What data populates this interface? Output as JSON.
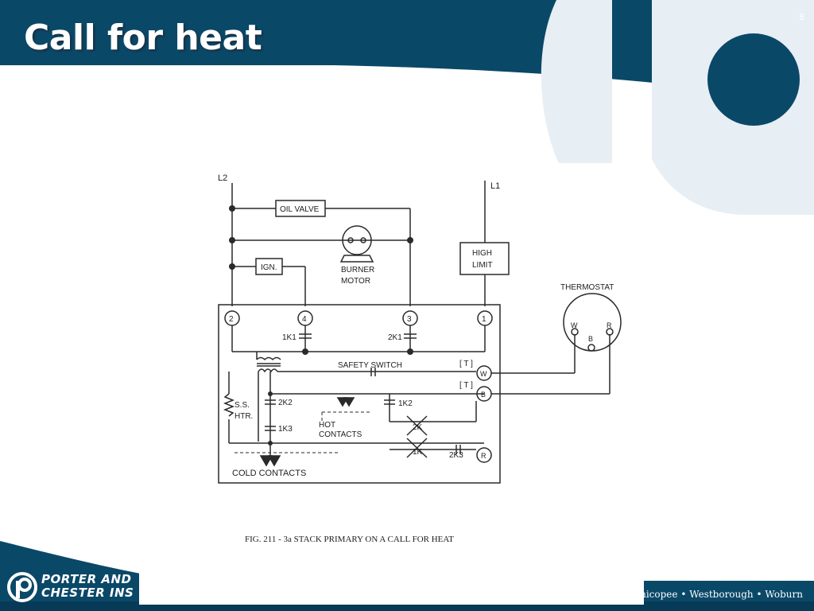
{
  "slide": {
    "title": "Call for heat",
    "page_number": "8"
  },
  "footer": {
    "brand_line1": "PORTER AND",
    "brand_line2": "CHESTER INS",
    "locations": "ton • Chicopee • Westborough • Woburn"
  },
  "diagram": {
    "caption": "FIG. 211 - 3a  STACK PRIMARY ON A  CALL  FOR HEAT",
    "labels": {
      "l2": "L2",
      "l1": "L1",
      "oil_valve": "OIL VALVE",
      "ign": "IGN.",
      "burner_motor_1": "BURNER",
      "burner_motor_2": "MOTOR",
      "high_limit_1": "HIGH",
      "high_limit_2": "LIMIT",
      "thermostat": "THERMOSTAT",
      "therm_w": "W",
      "therm_r": "R",
      "therm_b": "B",
      "terminal_2": "2",
      "terminal_4": "4",
      "terminal_3": "3",
      "terminal_1": "1",
      "contact_1k1": "1K1",
      "contact_2k1": "2K1",
      "safety_switch": "SAFETY SWITCH",
      "t_upper": "[ T ]",
      "t_lower": "[ T ]",
      "terminal_w": "W",
      "terminal_b": "B",
      "terminal_r": "R",
      "ss_htr_1": "S.S.",
      "ss_htr_2": "HTR.",
      "contact_2k2": "2K2",
      "contact_1k2": "1K2",
      "contact_1k3": "1K3",
      "hot_contacts_1": "HOT",
      "hot_contacts_2": "CONTACTS",
      "relay_2k": "2K",
      "relay_1k": "1K",
      "contact_2k3": "2K3",
      "cold_contacts": "COLD CONTACTS"
    }
  }
}
